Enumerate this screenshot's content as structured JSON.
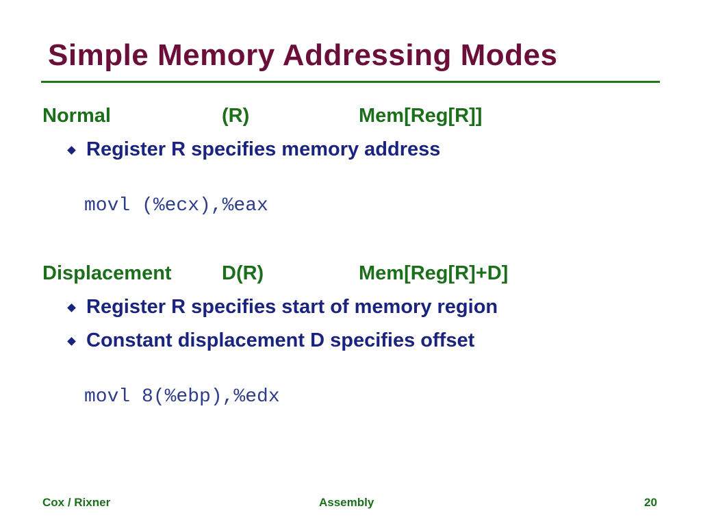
{
  "slide": {
    "title": "Simple Memory Addressing Modes",
    "modes": [
      {
        "name": "Normal",
        "syntax": "(R)",
        "semantics": "Mem[Reg[R]]",
        "bullets": [
          "Register R specifies memory address"
        ],
        "example": "movl (%ecx),%eax"
      },
      {
        "name": "Displacement",
        "syntax": "D(R)",
        "semantics": "Mem[Reg[R]+D]",
        "bullets": [
          "Register R specifies start of memory region",
          "Constant displacement D specifies offset"
        ],
        "example": "movl 8(%ebp),%edx"
      }
    ]
  },
  "footer": {
    "left": "Cox / Rixner",
    "center": "Assembly",
    "right": "20"
  },
  "colors": {
    "title": "#6b0f3a",
    "heading": "#1b6f1b",
    "bullet_text": "#1a237e",
    "code": "#2e3c8c",
    "rule": "#1e7a1e"
  }
}
